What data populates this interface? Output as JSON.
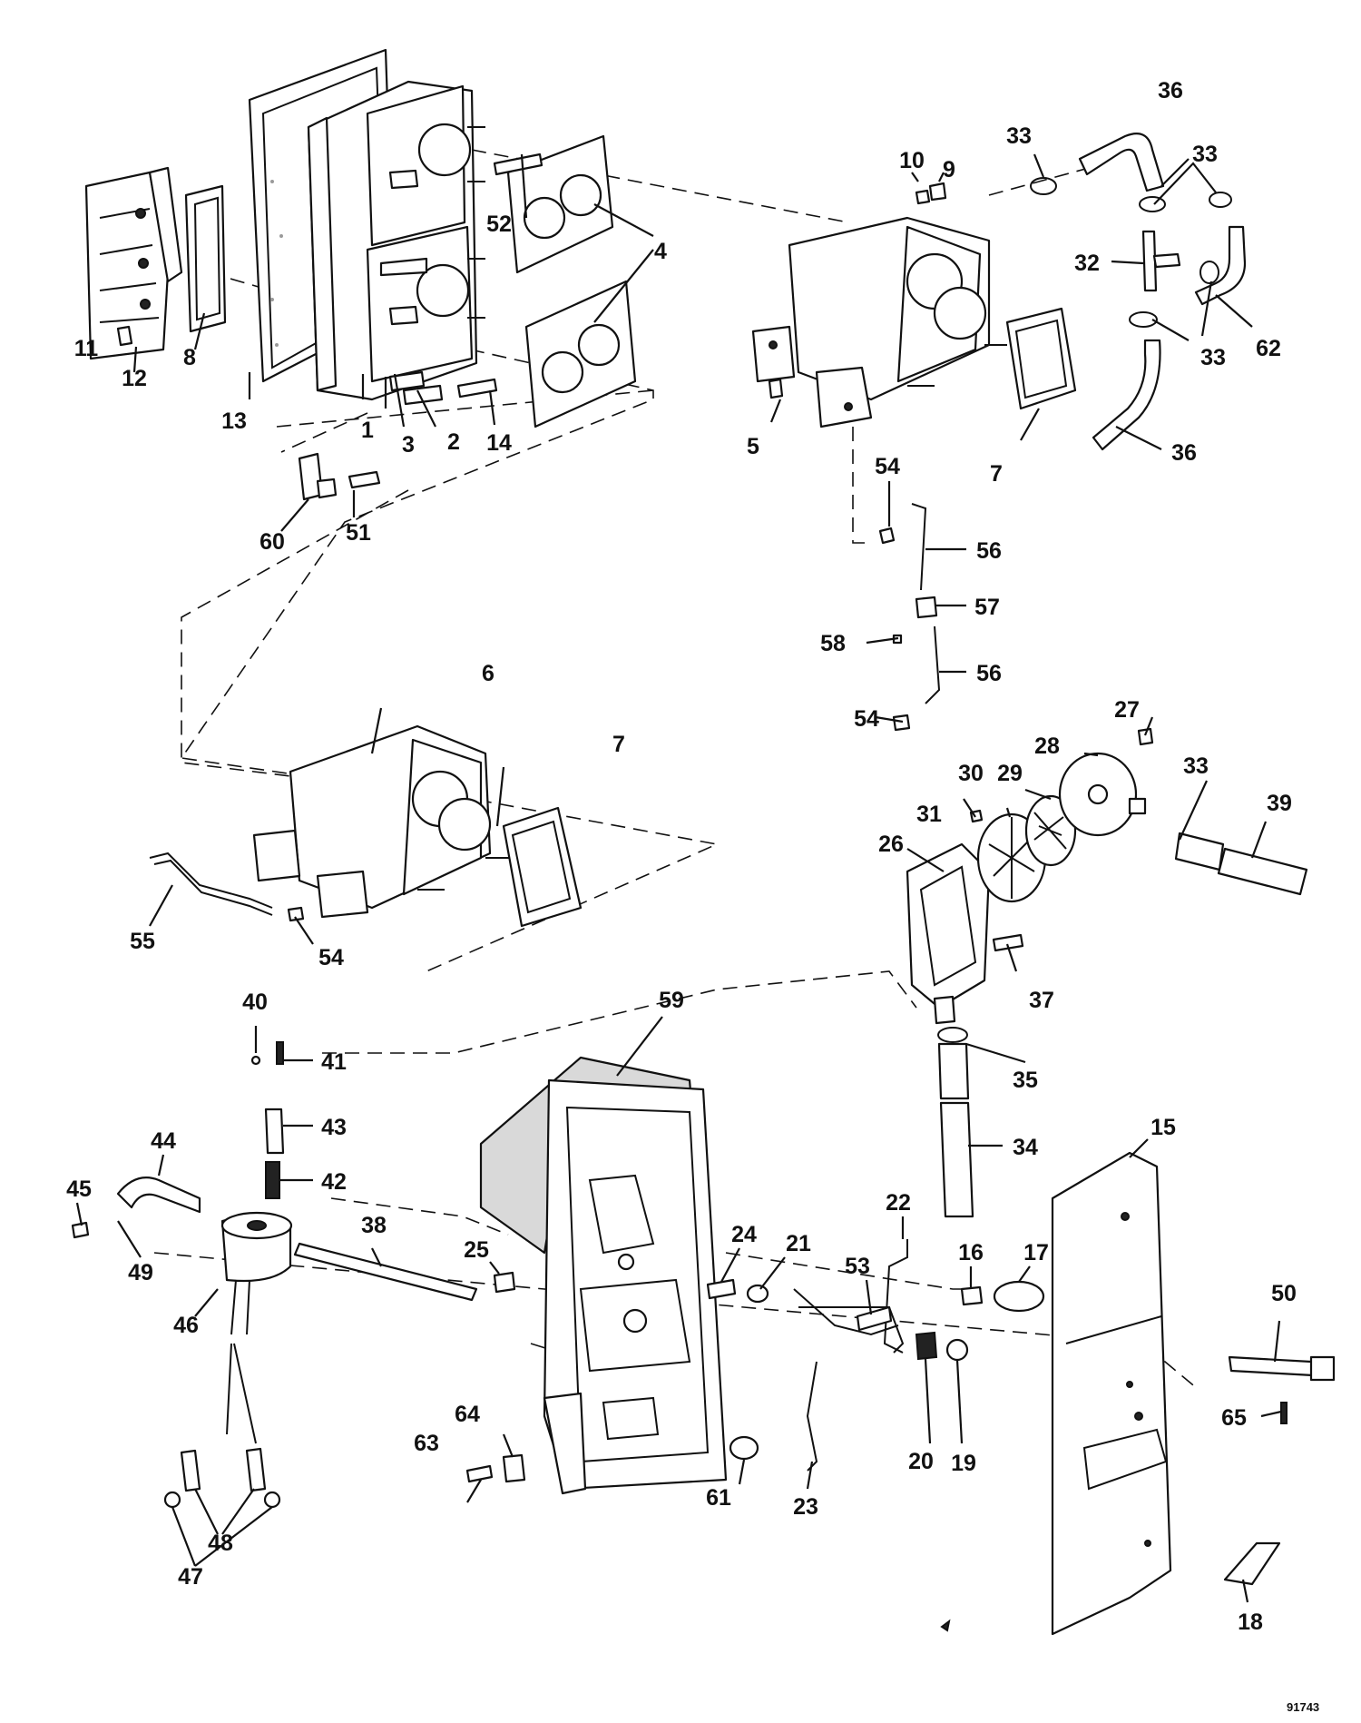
{
  "figure_number": "91743",
  "callouts": [
    {
      "id": "c1",
      "label": "1"
    },
    {
      "id": "c2",
      "label": "2"
    },
    {
      "id": "c3",
      "label": "3"
    },
    {
      "id": "c4",
      "label": "4"
    },
    {
      "id": "c5",
      "label": "5"
    },
    {
      "id": "c6",
      "label": "6"
    },
    {
      "id": "c7a",
      "label": "7"
    },
    {
      "id": "c7b",
      "label": "7"
    },
    {
      "id": "c8",
      "label": "8"
    },
    {
      "id": "c9",
      "label": "9"
    },
    {
      "id": "c10",
      "label": "10"
    },
    {
      "id": "c11",
      "label": "11"
    },
    {
      "id": "c12",
      "label": "12"
    },
    {
      "id": "c13",
      "label": "13"
    },
    {
      "id": "c14",
      "label": "14"
    },
    {
      "id": "c15",
      "label": "15"
    },
    {
      "id": "c16",
      "label": "16"
    },
    {
      "id": "c17",
      "label": "17"
    },
    {
      "id": "c18",
      "label": "18"
    },
    {
      "id": "c19",
      "label": "19"
    },
    {
      "id": "c20",
      "label": "20"
    },
    {
      "id": "c21",
      "label": "21"
    },
    {
      "id": "c22",
      "label": "22"
    },
    {
      "id": "c23",
      "label": "23"
    },
    {
      "id": "c24",
      "label": "24"
    },
    {
      "id": "c25",
      "label": "25"
    },
    {
      "id": "c26",
      "label": "26"
    },
    {
      "id": "c27",
      "label": "27"
    },
    {
      "id": "c28",
      "label": "28"
    },
    {
      "id": "c29",
      "label": "29"
    },
    {
      "id": "c30",
      "label": "30"
    },
    {
      "id": "c31",
      "label": "31"
    },
    {
      "id": "c32",
      "label": "32"
    },
    {
      "id": "c33a",
      "label": "33"
    },
    {
      "id": "c33b",
      "label": "33"
    },
    {
      "id": "c33c",
      "label": "33"
    },
    {
      "id": "c33d",
      "label": "33"
    },
    {
      "id": "c34",
      "label": "34"
    },
    {
      "id": "c35",
      "label": "35"
    },
    {
      "id": "c36a",
      "label": "36"
    },
    {
      "id": "c36b",
      "label": "36"
    },
    {
      "id": "c37",
      "label": "37"
    },
    {
      "id": "c38",
      "label": "38"
    },
    {
      "id": "c39",
      "label": "39"
    },
    {
      "id": "c40",
      "label": "40"
    },
    {
      "id": "c41",
      "label": "41"
    },
    {
      "id": "c42",
      "label": "42"
    },
    {
      "id": "c43",
      "label": "43"
    },
    {
      "id": "c44",
      "label": "44"
    },
    {
      "id": "c45",
      "label": "45"
    },
    {
      "id": "c46",
      "label": "46"
    },
    {
      "id": "c47",
      "label": "47"
    },
    {
      "id": "c48",
      "label": "48"
    },
    {
      "id": "c49",
      "label": "49"
    },
    {
      "id": "c50",
      "label": "50"
    },
    {
      "id": "c51",
      "label": "51"
    },
    {
      "id": "c52",
      "label": "52"
    },
    {
      "id": "c53",
      "label": "53"
    },
    {
      "id": "c54a",
      "label": "54"
    },
    {
      "id": "c54b",
      "label": "54"
    },
    {
      "id": "c54c",
      "label": "54"
    },
    {
      "id": "c55",
      "label": "55"
    },
    {
      "id": "c56a",
      "label": "56"
    },
    {
      "id": "c56b",
      "label": "56"
    },
    {
      "id": "c57",
      "label": "57"
    },
    {
      "id": "c58",
      "label": "58"
    },
    {
      "id": "c59",
      "label": "59"
    },
    {
      "id": "c60",
      "label": "60"
    },
    {
      "id": "c61",
      "label": "61"
    },
    {
      "id": "c62",
      "label": "62"
    },
    {
      "id": "c63",
      "label": "63"
    },
    {
      "id": "c64",
      "label": "64"
    },
    {
      "id": "c65",
      "label": "65"
    }
  ]
}
